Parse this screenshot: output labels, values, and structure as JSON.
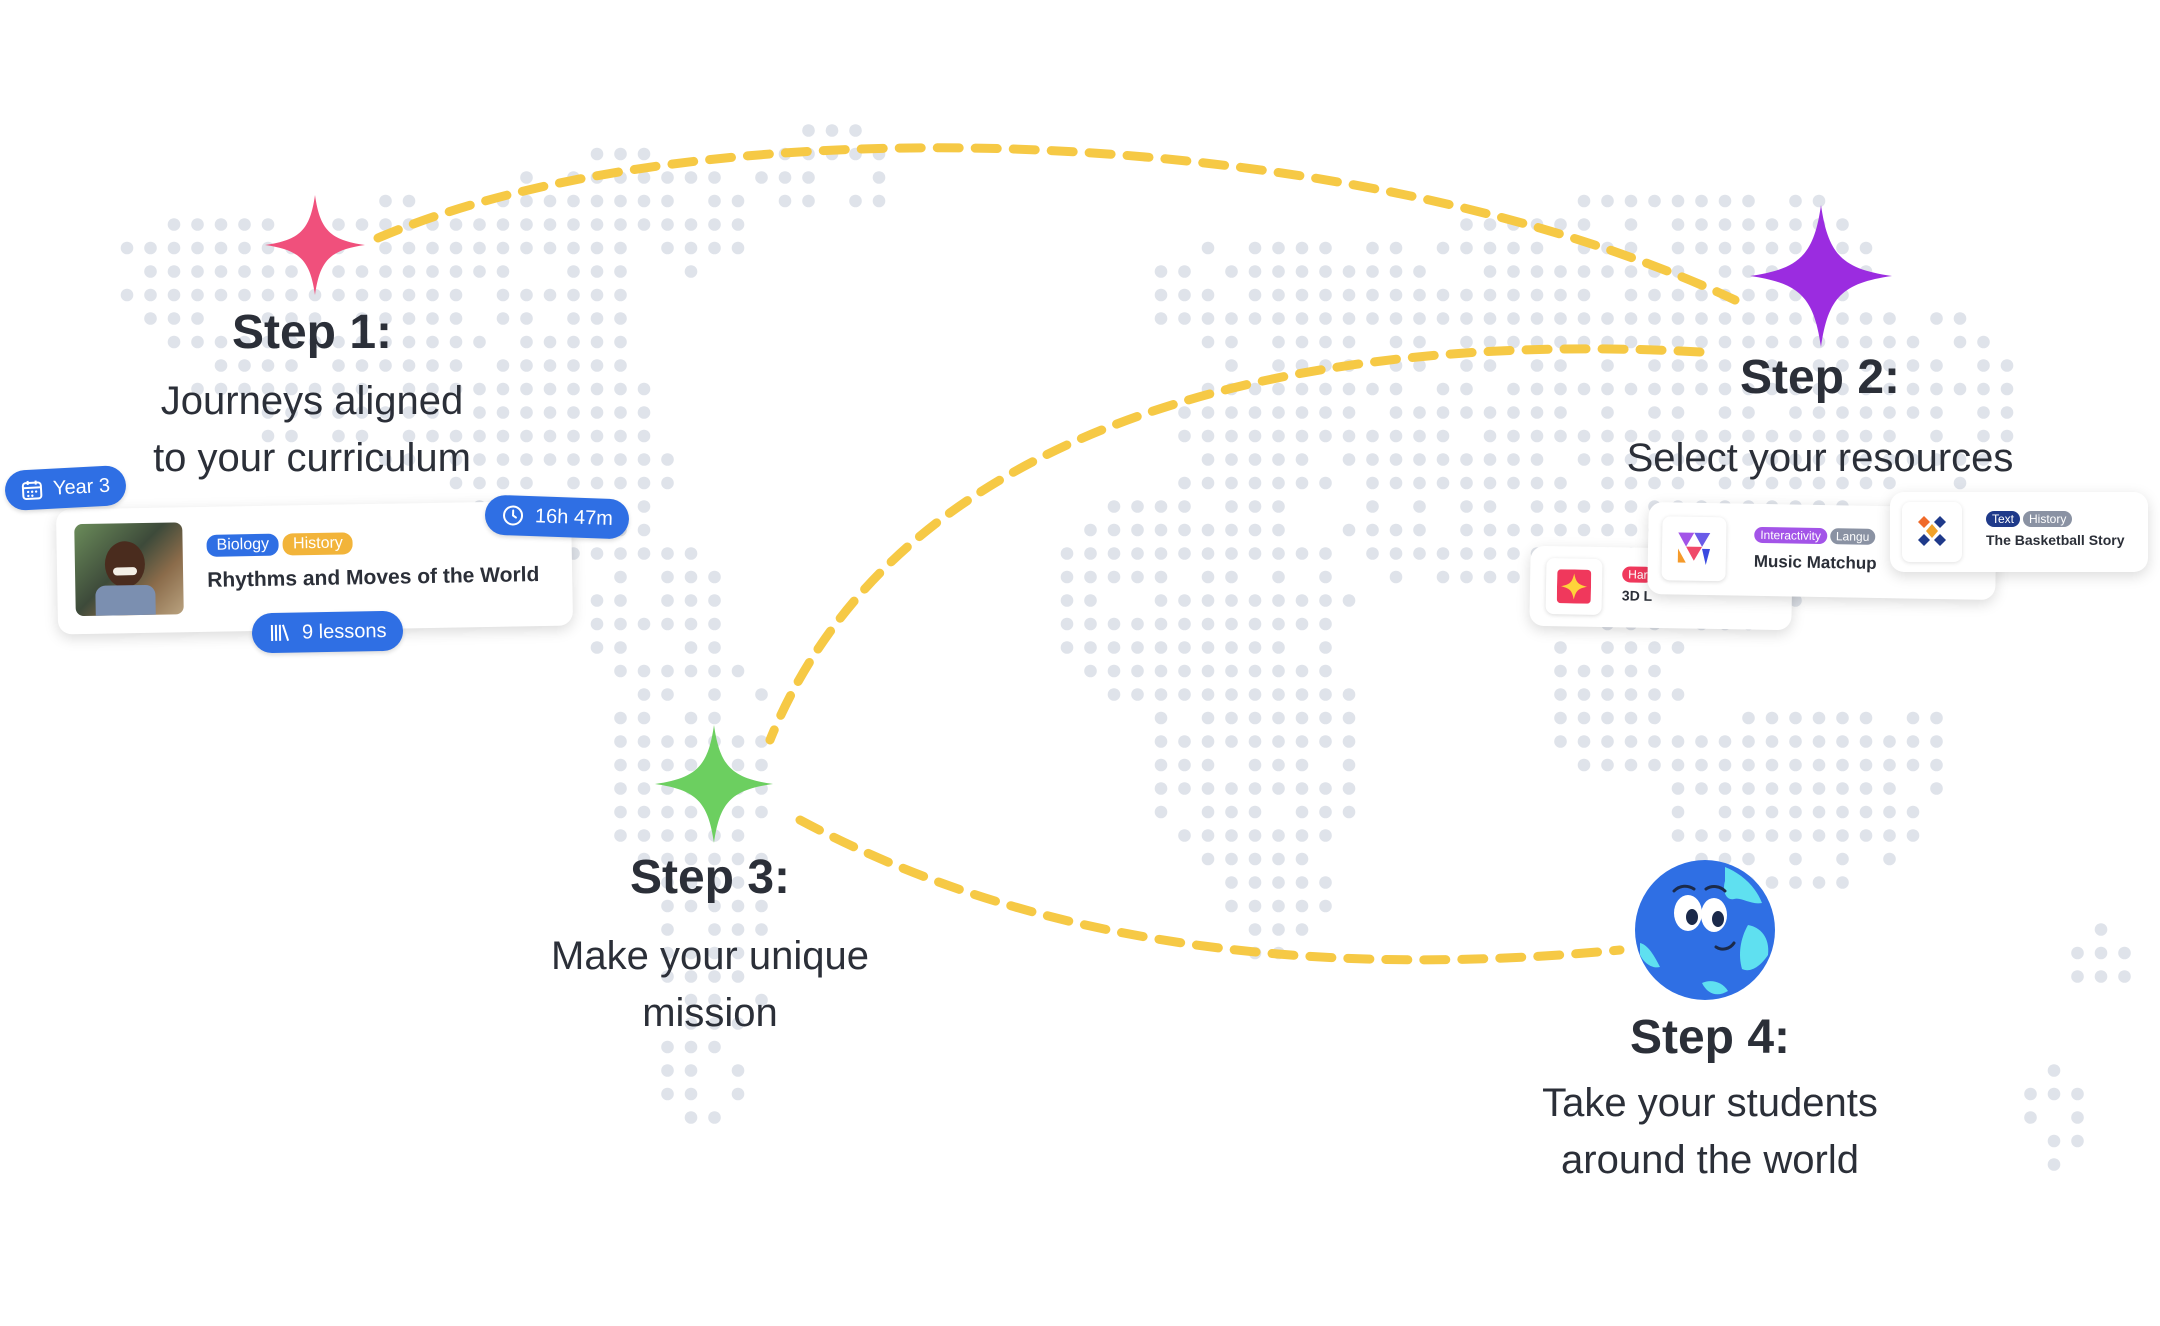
{
  "colors": {
    "dot": "#dfe3ea",
    "path": "#f6c945",
    "star1": "#f0507c",
    "star2": "#9b2ce0",
    "star3": "#6ccf60",
    "pill_blue": "#2f6fe4",
    "tag_biology": "#2f6fe4",
    "tag_history": "#f2b43a",
    "tag_interactivity": "#a354e8",
    "tag_text": "#1f3a8a",
    "tag_history_gray": "#8a92a3",
    "globe_blue": "#2f6fe4",
    "globe_land": "#5fe0f0"
  },
  "steps": [
    {
      "title": "Step 1:",
      "line1": "Journeys aligned",
      "line2": "to your curriculum"
    },
    {
      "title": "Step 2:",
      "line1": "Select your resources",
      "line2": ""
    },
    {
      "title": "Step 3:",
      "line1": "Make your unique",
      "line2": "mission"
    },
    {
      "title": "Step 4:",
      "line1": "Take your students",
      "line2": "around the world"
    }
  ],
  "journey_card": {
    "year_label": "Year 3",
    "duration": "16h 47m",
    "tags": [
      "Biology",
      "History"
    ],
    "title": "Rhythms and Moves of the World",
    "lessons": "9 lessons",
    "icons": {
      "year": "calendar-icon",
      "duration": "clock-icon",
      "lessons": "books-icon"
    }
  },
  "resources": [
    {
      "tags": [
        "Har"
      ],
      "title": "3D L",
      "icon": "sparkle-logo-icon"
    },
    {
      "tags": [
        "Interactivity",
        "Langu"
      ],
      "title": "Music Matchup",
      "icon": "triangle-logo-icon"
    },
    {
      "tags": [
        "Text",
        "History"
      ],
      "title": "The Basketball Story",
      "icon": "diamond-logo-icon"
    }
  ]
}
